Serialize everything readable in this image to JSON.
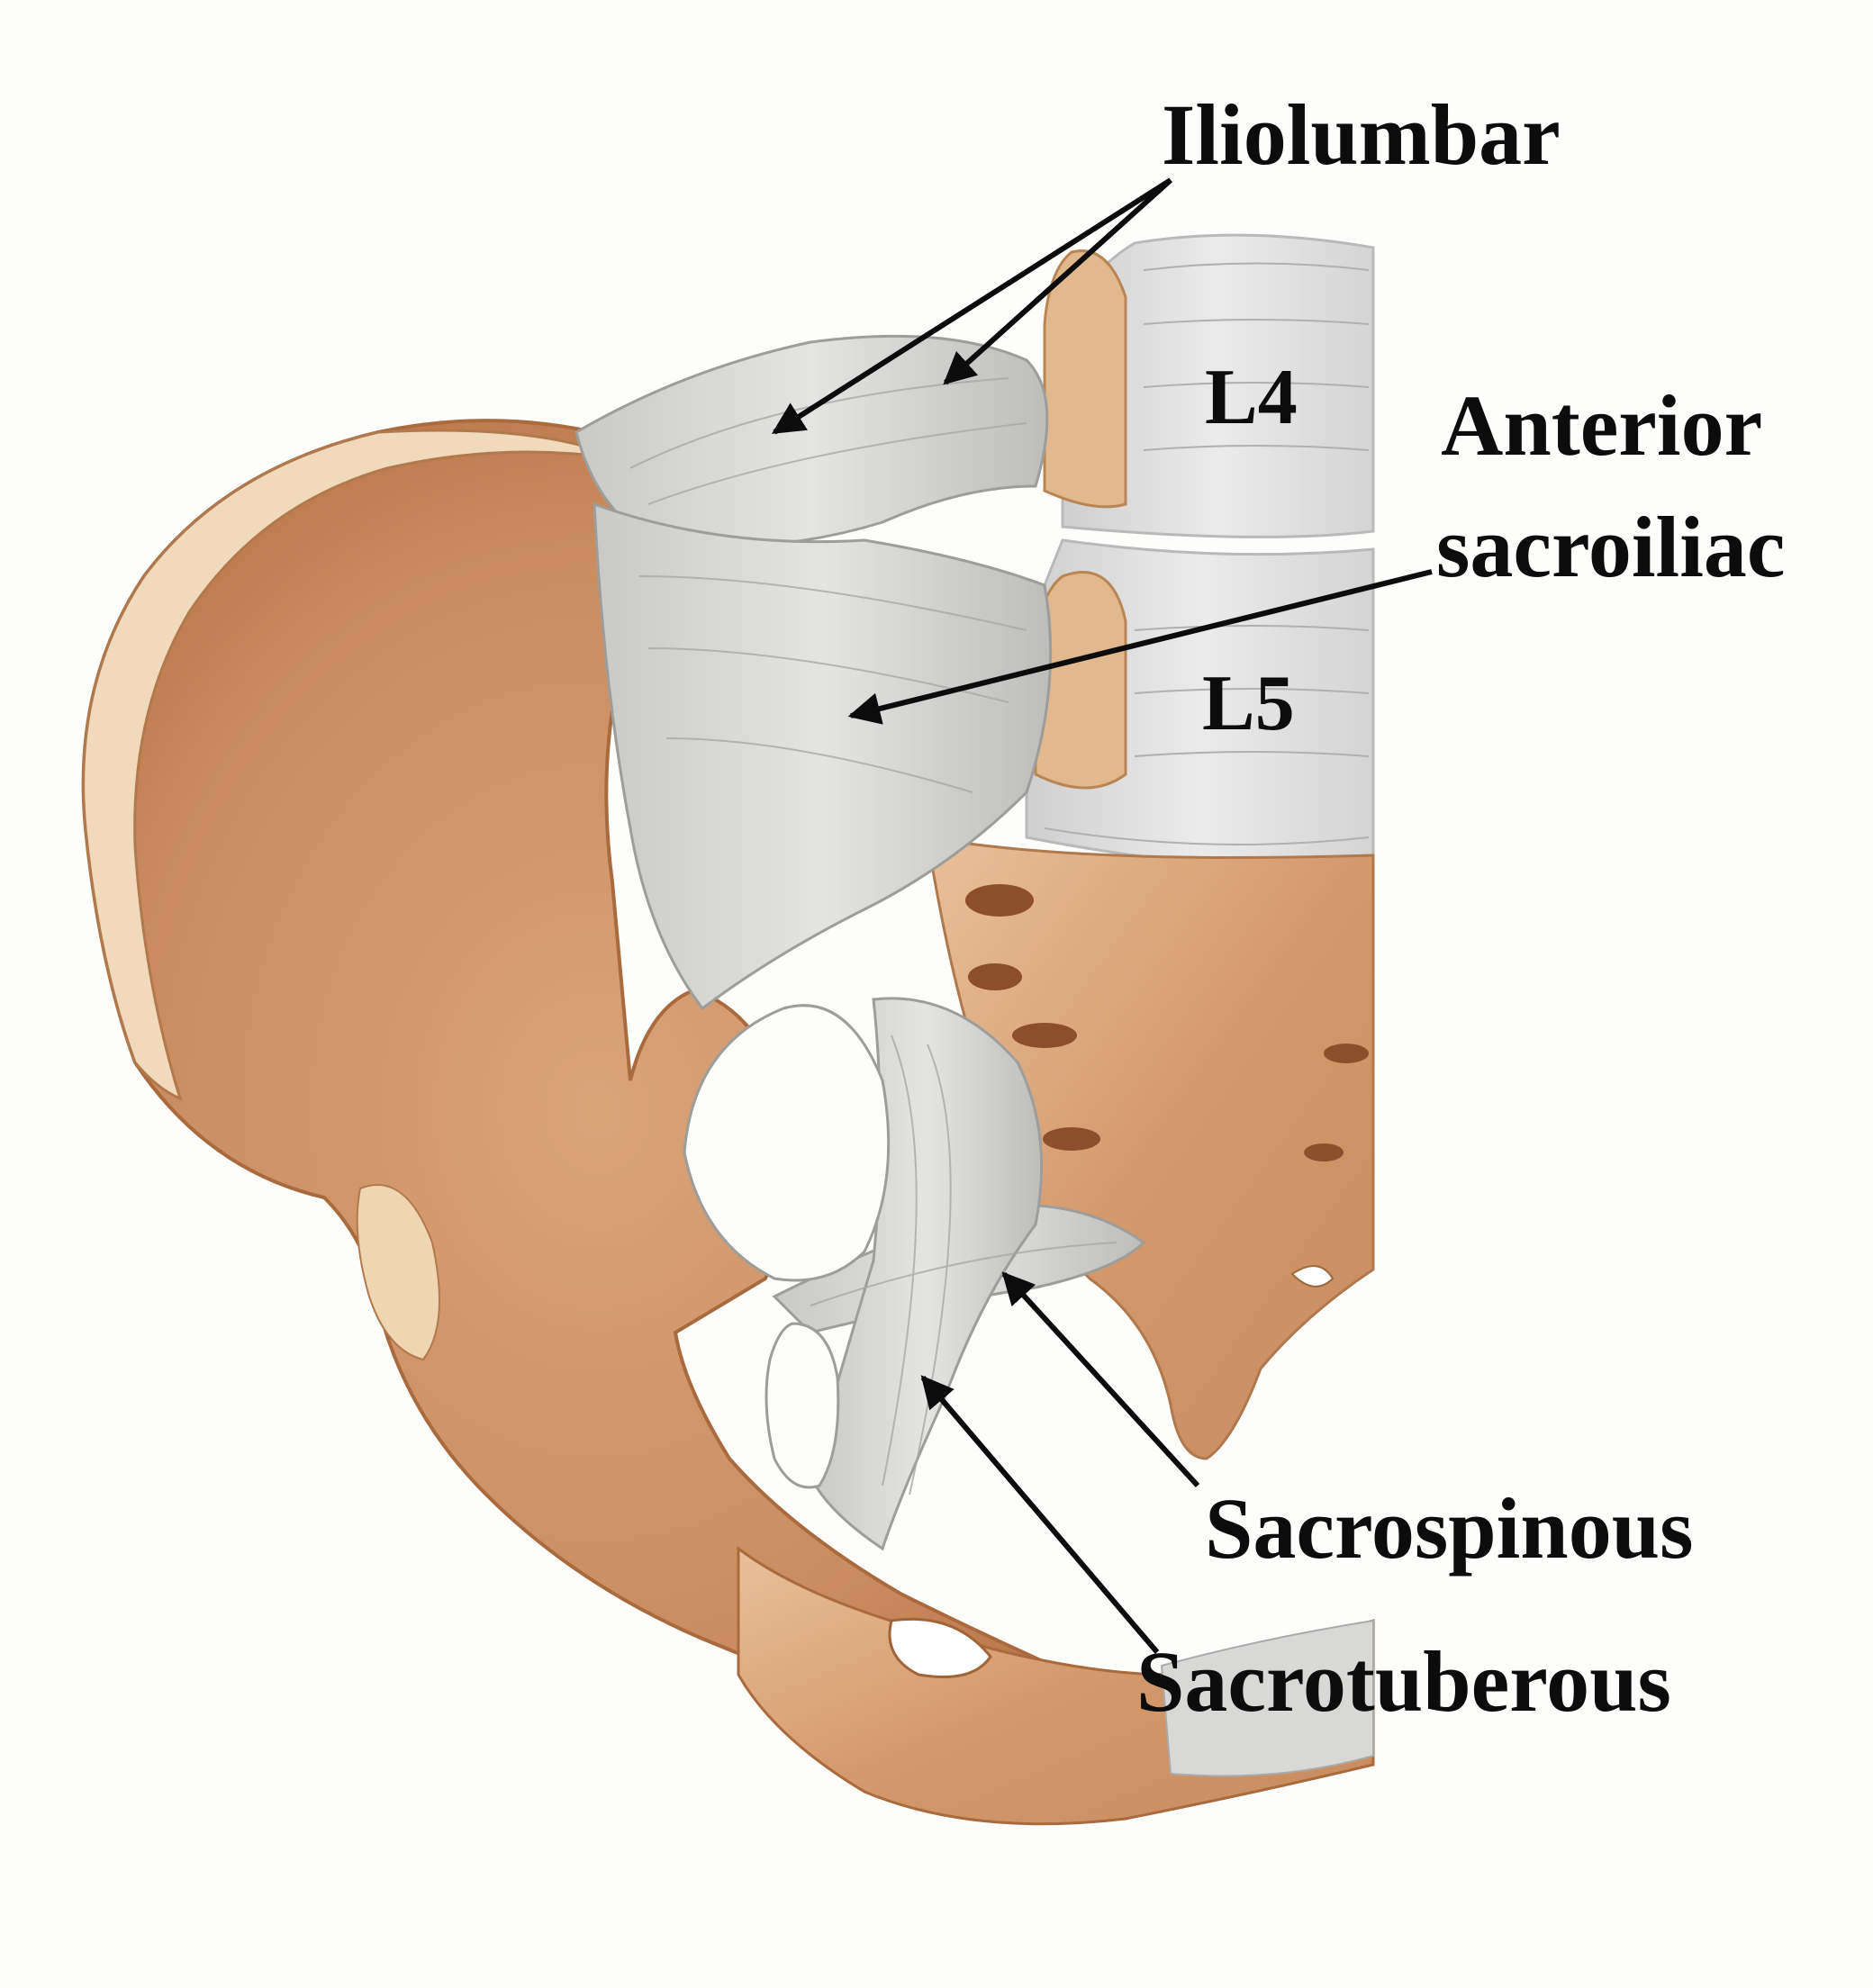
{
  "labels": {
    "iliolumbar": "Iliolumbar",
    "l4": "L4",
    "anterior_line1": "Anterior",
    "anterior_line2": "sacroiliac",
    "l5": "L5",
    "sacrospinous": "Sacrospinous",
    "sacrotuberous": "Sacrotuberous"
  },
  "colors": {
    "background": "#fdfdfb",
    "bone": "#d9a277",
    "bone_light": "#efd6b6",
    "bone_dark": "#b87446",
    "ligament": "#d3d3d1",
    "ligament_shade": "#a9a9a7",
    "vertebra": "#dedede",
    "arrow": "#0c0c0c"
  }
}
